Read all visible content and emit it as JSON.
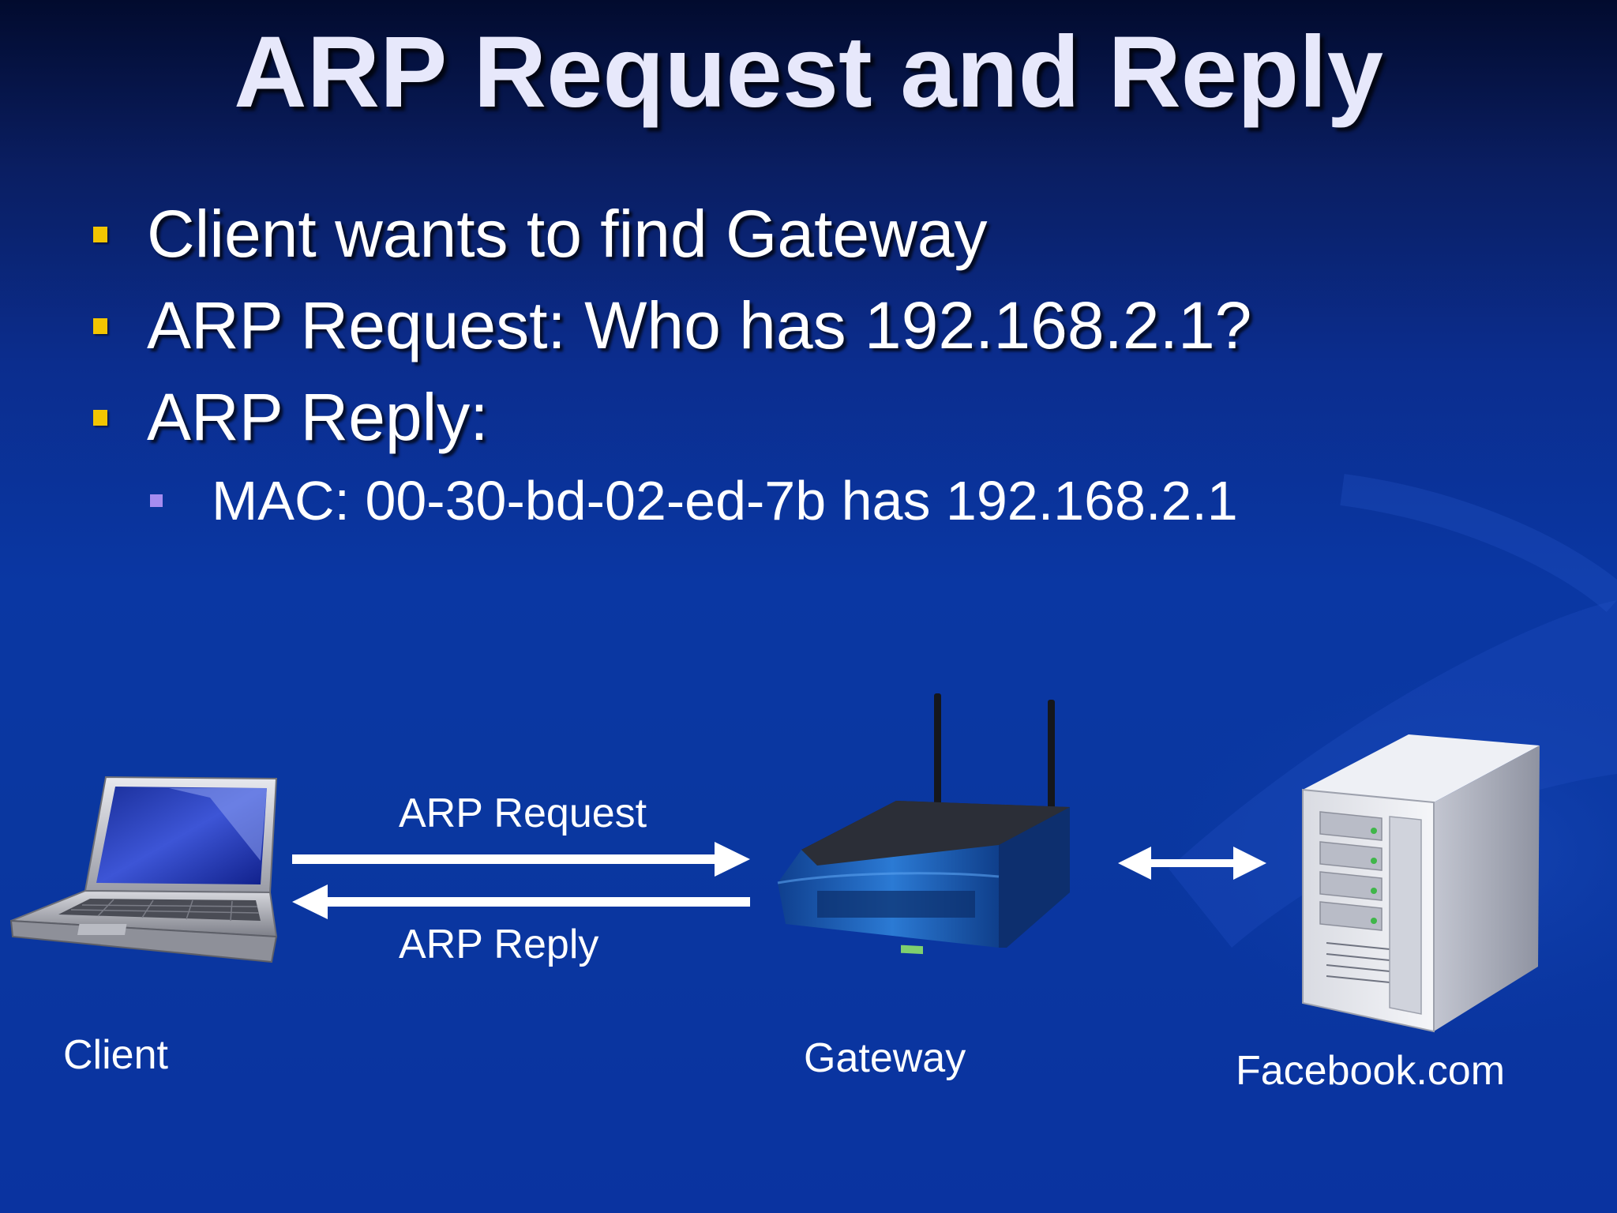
{
  "slide": {
    "title": "ARP Request and Reply",
    "bullets": [
      "Client wants to find Gateway",
      "ARP Request: Who has 192.168.2.1?",
      "ARP Reply:"
    ],
    "sub_bullet": "MAC: 00-30-bd-02-ed-7b has 192.168.2.1"
  },
  "diagram": {
    "nodes": {
      "client": "Client",
      "gateway": "Gateway",
      "server": "Facebook.com"
    },
    "edges": {
      "request_label": "ARP Request",
      "reply_label": "ARP Reply"
    }
  },
  "colors": {
    "background": "#0a37a3",
    "bullet_marker": "#f2c500",
    "sub_bullet_marker": "#a58cf0",
    "title_text": "#e7e8fb"
  },
  "icons": [
    "laptop-icon",
    "router-icon",
    "server-icon"
  ]
}
